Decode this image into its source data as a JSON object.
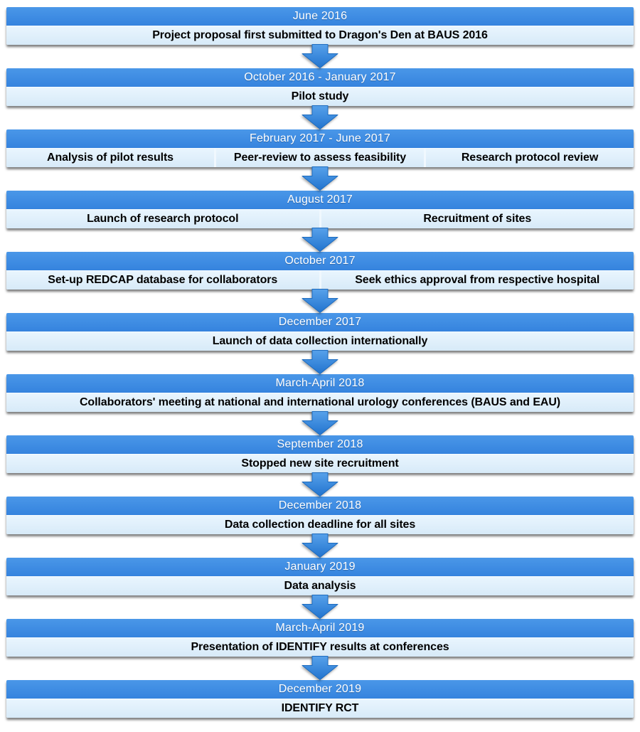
{
  "colors": {
    "header_top": "#4a97e8",
    "header_bottom": "#3583de",
    "body_top": "#e9f5fe",
    "body_bottom": "#d7eaf8",
    "arrow_top": "#57a1ea",
    "arrow_bottom": "#2173ce",
    "arrow_stroke": "#1d6cc0",
    "header_text": "#ffffff",
    "body_text": "#000000"
  },
  "timeline": {
    "steps": [
      {
        "date": "June 2016",
        "items": [
          "Project proposal first submitted to Dragon's Den at BAUS 2016"
        ]
      },
      {
        "date": "October 2016 - January 2017",
        "items": [
          "Pilot study"
        ]
      },
      {
        "date": "February 2017 - June 2017",
        "items": [
          "Analysis of pilot results",
          "Peer-review to assess feasibility",
          "Research protocol review"
        ]
      },
      {
        "date": "August 2017",
        "items": [
          "Launch of research protocol",
          "Recruitment of sites"
        ]
      },
      {
        "date": "October 2017",
        "items": [
          "Set-up REDCAP database for collaborators",
          "Seek ethics approval from respective hospital"
        ]
      },
      {
        "date": "December 2017",
        "items": [
          "Launch of data collection internationally"
        ]
      },
      {
        "date": "March-April 2018",
        "items": [
          "Collaborators' meeting at national and  international urology conferences (BAUS and EAU)"
        ]
      },
      {
        "date": "September 2018",
        "items": [
          "Stopped new site recruitment"
        ]
      },
      {
        "date": "December 2018",
        "items": [
          "Data collection deadline for all sites"
        ]
      },
      {
        "date": "January 2019",
        "items": [
          "Data analysis"
        ]
      },
      {
        "date": "March-April 2019",
        "items": [
          "Presentation of IDENTIFY results at conferences"
        ]
      },
      {
        "date": "December 2019",
        "items": [
          "IDENTIFY RCT"
        ]
      }
    ]
  }
}
